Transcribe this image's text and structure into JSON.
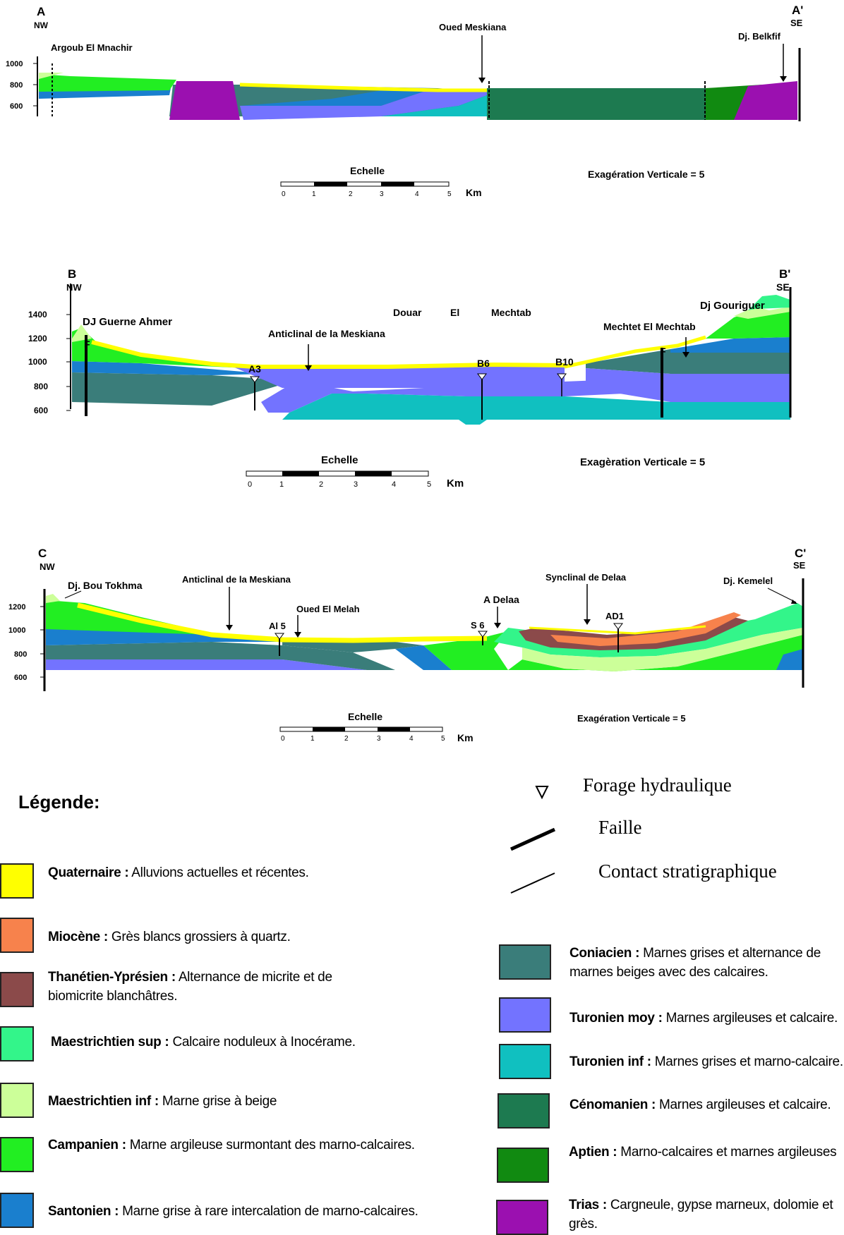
{
  "sections": [
    {
      "id": "A",
      "start_label": "A",
      "end_label": "A'",
      "start_dir": "NW",
      "end_dir": "SE",
      "y_ticks": [
        "1000",
        "800",
        "600"
      ],
      "places": [
        "Argoub El Mnachir",
        "Oued Meskiana",
        "Dj. Belkfif"
      ],
      "scale_title": "Echelle",
      "scale_ticks": [
        "0",
        "1",
        "2",
        "3",
        "4",
        "5"
      ],
      "scale_unit": "Km",
      "exaggeration": "Exagération Verticale = 5"
    },
    {
      "id": "B",
      "start_label": "B",
      "end_label": "B'",
      "start_dir": "NW",
      "end_dir": "SE",
      "y_ticks": [
        "1400",
        "1200",
        "1000",
        "800",
        "600"
      ],
      "places": [
        "DJ Guerne Ahmer",
        "Anticlinal de la Meskiana",
        "Douar",
        "El",
        "Mechtab",
        "Dj Gouriguer",
        "Mechtet El Mechtab"
      ],
      "faults": [
        "F",
        "F"
      ],
      "wells": [
        "A3",
        "B6",
        "B10"
      ],
      "scale_title": "Echelle",
      "scale_ticks": [
        "0",
        "1",
        "2",
        "3",
        "4",
        "5"
      ],
      "scale_unit": "Km",
      "exaggeration": "Exagèration Verticale = 5"
    },
    {
      "id": "C",
      "start_label": "C",
      "end_label": "C'",
      "start_dir": "NW",
      "end_dir": "SE",
      "y_ticks": [
        "1200",
        "1000",
        "800",
        "600"
      ],
      "places": [
        "Dj. Bou Tokhma",
        "Anticlinal de la Meskiana",
        "Oued El Melah",
        "A Delaa",
        "Synclinal de Delaa",
        "Dj. Kemelel"
      ],
      "wells": [
        "Al 5",
        "S 6",
        "AD1"
      ],
      "scale_title": "Echelle",
      "scale_ticks": [
        "0",
        "1",
        "2",
        "3",
        "4",
        "5"
      ],
      "scale_unit": "Km",
      "exaggeration": "Exagération Verticale = 5"
    }
  ],
  "legend": {
    "title": "Légende:",
    "symbols": [
      {
        "icon": "triangle-down-icon",
        "label": "Forage hydraulique"
      },
      {
        "icon": "fault-line-icon",
        "label": "Faille"
      },
      {
        "icon": "contact-line-icon",
        "label": "Contact stratigraphique"
      }
    ],
    "left_items": [
      {
        "name": "Quaternaire :",
        "desc": "Alluvions actuelles et récentes.",
        "color": "#ffff00"
      },
      {
        "name": "Miocène :",
        "desc": "Grès blancs grossiers à quartz.",
        "color": "#f7824c"
      },
      {
        "name": "Thanétien-Yprésien :",
        "desc": "Alternance de micrite et  de biomicrite blanchâtres.",
        "color": "#8b4a4a"
      },
      {
        "name": "Maestrichtien sup :",
        "desc": "Calcaire noduleux à Inocérame.",
        "color": "#33f58a"
      },
      {
        "name": "Maestrichtien inf :",
        "desc": "Marne grise à beige",
        "color": "#ccff99"
      },
      {
        "name": "Campanien :",
        "desc": "Marne argileuse surmontant des  marno-calcaires.",
        "color": "#22ee22"
      },
      {
        "name": "Santonien :",
        "desc": "Marne grise à rare intercalation de marno-calcaires.",
        "color": "#1a7fce"
      }
    ],
    "right_items": [
      {
        "name": "Coniacien :",
        "desc": "Marnes grises et alternance de marnes beiges avec des calcaires.",
        "color": "#3a7d7a"
      },
      {
        "name": "Turonien moy :",
        "desc": "Marnes argileuses et calcaire.",
        "color": "#7373ff"
      },
      {
        "name": "Turonien inf :",
        "desc": "Marnes grises et marno-calcaire.",
        "color": "#10c0c0"
      },
      {
        "name": "Cénomanien :",
        "desc": "Marnes argileuses et calcaire.",
        "color": "#1d7a50"
      },
      {
        "name": "Aptien :",
        "desc": "Marno-calcaires et marnes argileuses",
        "color": "#118a11"
      },
      {
        "name": "Trias :",
        "desc": "Cargneule, gypse marneux, dolomie et grès.",
        "color": "#9b10b0"
      }
    ]
  }
}
